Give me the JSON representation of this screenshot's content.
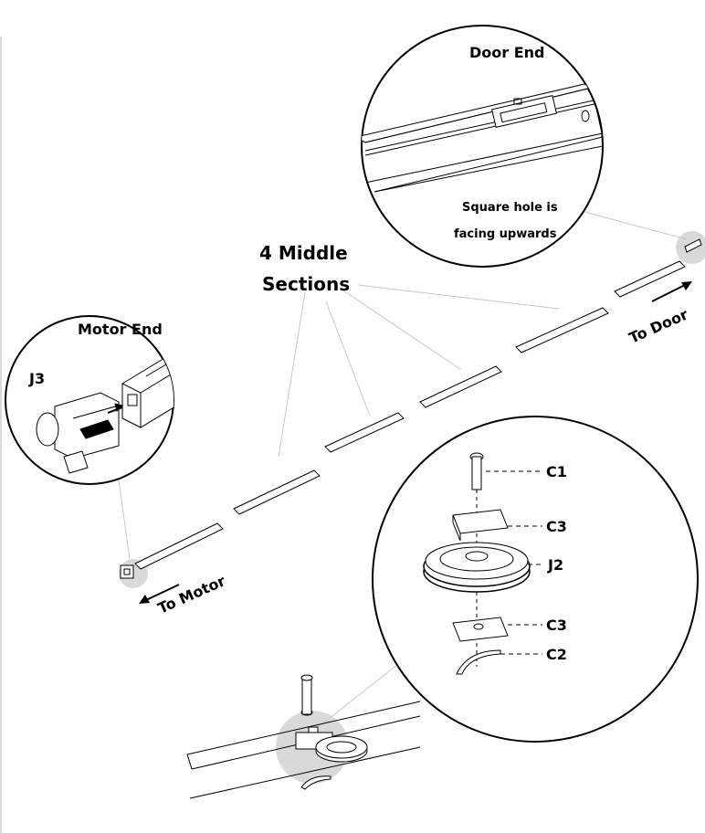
{
  "labels": {
    "door_end_title": "Door End",
    "door_end_note_line1": "Square hole is",
    "door_end_note_line2": "facing upwards",
    "middle_sections_line1": "4 Middle",
    "middle_sections_line2": "Sections",
    "motor_end_title": "Motor End",
    "j3": "J3",
    "to_door": "To Door",
    "to_motor": "To Motor",
    "c1": "C1",
    "c3_top": "C3",
    "j2": "J2",
    "c3_bottom": "C3",
    "c2": "C2"
  },
  "icons": {
    "door_end_detail": "rail-door-end-icon",
    "motor_end_detail": "motor-connector-icon",
    "pulley_assembly": "pulley-exploded-icon"
  },
  "colors": {
    "line": "#000000",
    "highlight": "#d9d9d9",
    "leader": "#c8c8c8"
  }
}
